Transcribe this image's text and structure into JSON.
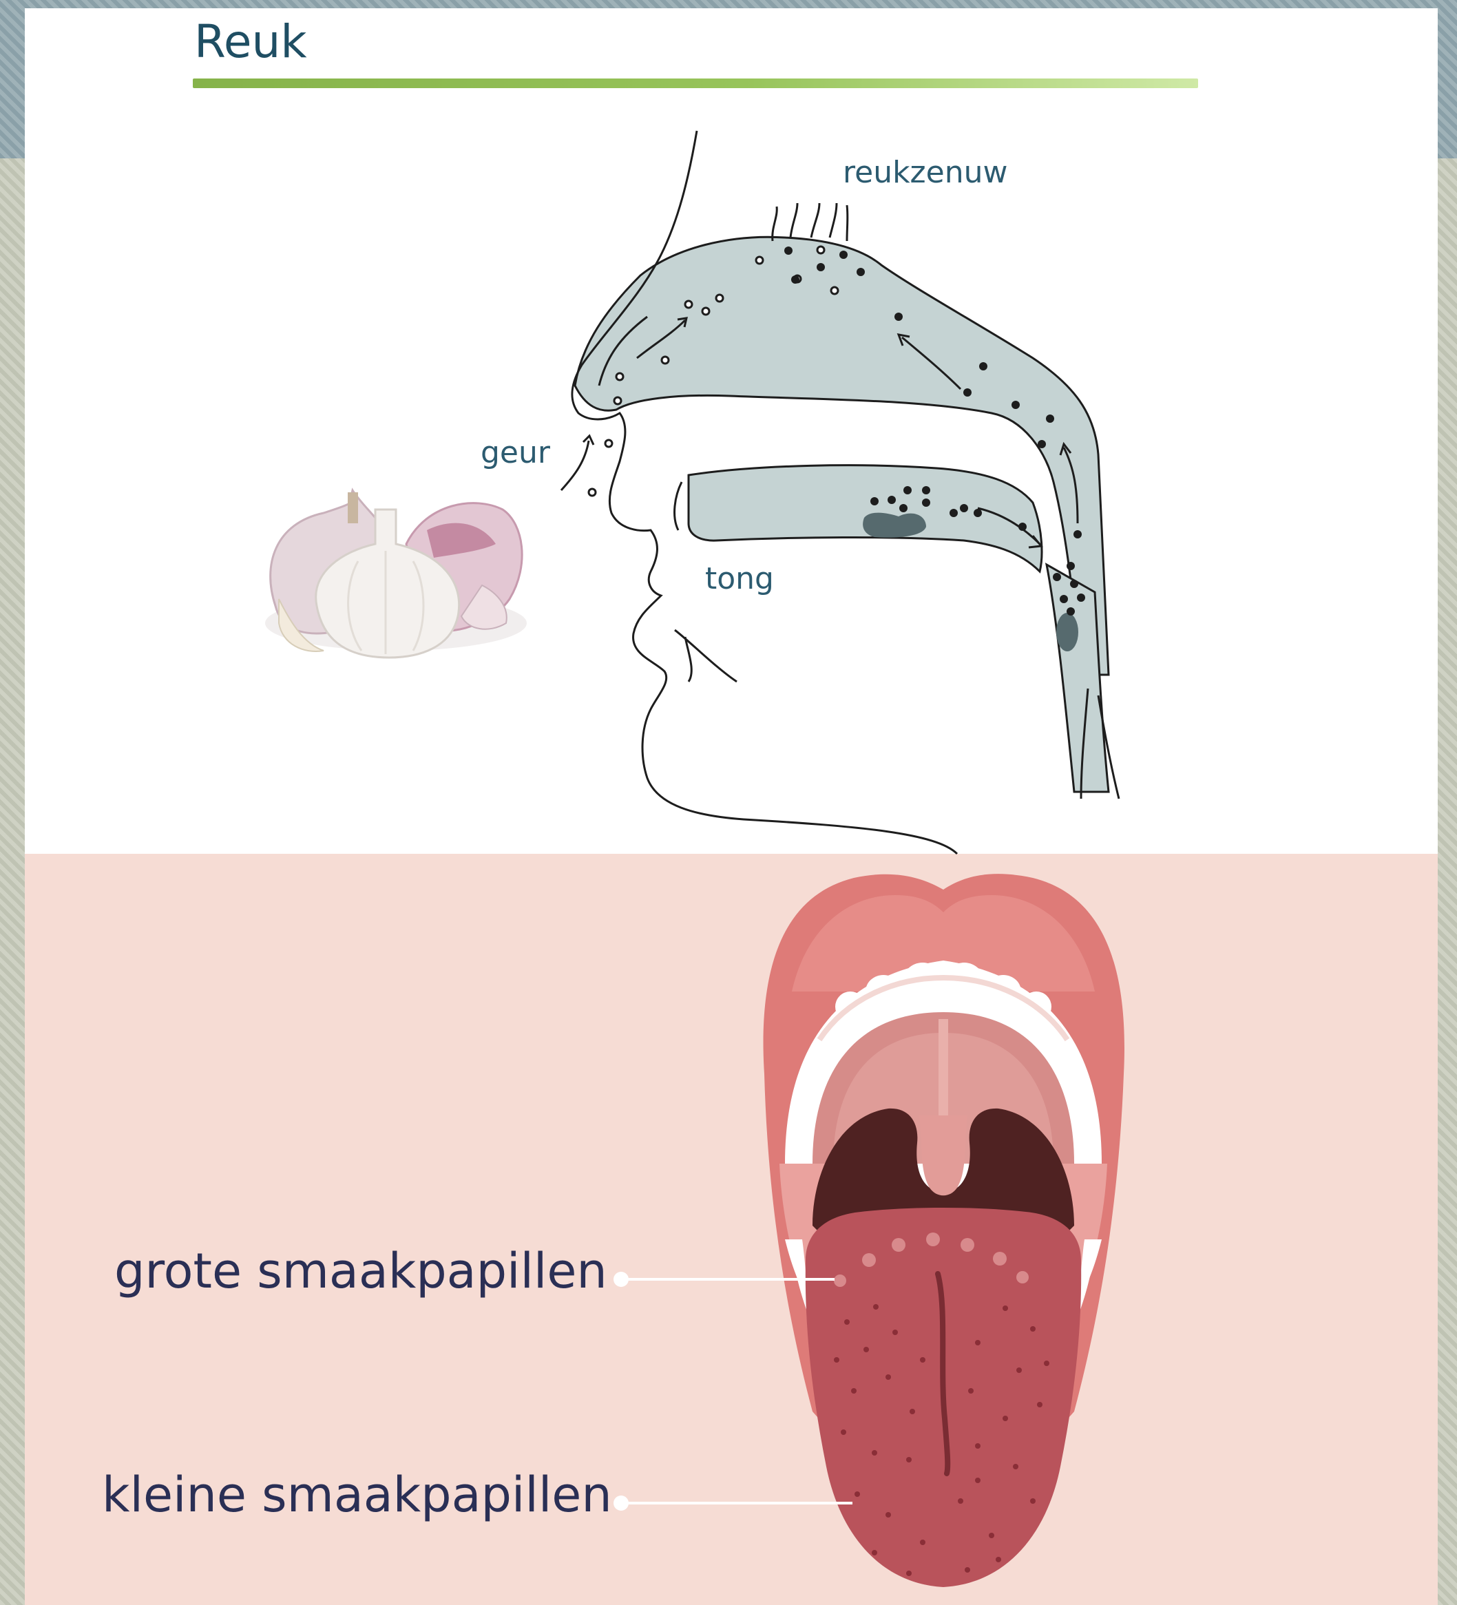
{
  "smell_section": {
    "title": "Reuk",
    "labels": {
      "olfactory_nerve": "reukzenuw",
      "odor": "geur",
      "tongue": "tong"
    }
  },
  "taste_section": {
    "labels": {
      "large_papillae": "grote smaakpapillen",
      "small_papillae": "kleine smaakpapillen"
    }
  },
  "colors": {
    "title": "#1f4e63",
    "title_bar": "#86b34a",
    "nasal_cavity": "#c5d3d3",
    "taste_background": "#f6dcd4",
    "lips": "#de7b78",
    "tongue": "#b9535b",
    "throat": "#4f2222",
    "label_text": "#2a2f55"
  }
}
